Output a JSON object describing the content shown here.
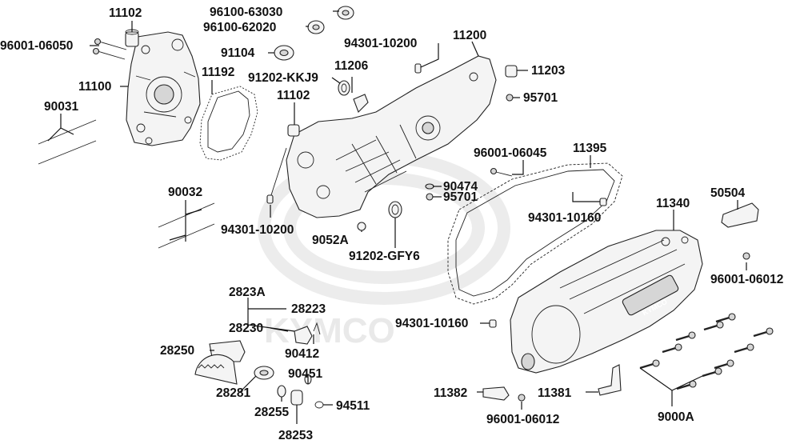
{
  "watermark": {
    "brand": "KYMCO"
  },
  "cover_badge": "KYMCO",
  "parts": {
    "p11102a": "11102",
    "p96100_63030": "96100-63030",
    "p96001_06050": "96001-06050",
    "p96100_62020": "96100-62020",
    "p94301_10200a": "94301-10200",
    "p11200": "11200",
    "p91104": "91104",
    "p11100": "11100",
    "p11192": "11192",
    "p91202_kkj9": "91202-KKJ9",
    "p11206": "11206",
    "p11203": "11203",
    "p11102b": "11102",
    "p95701a": "95701",
    "p90031": "90031",
    "p96001_06045": "96001-06045",
    "p11395": "11395",
    "p90474": "90474",
    "p95701b": "95701",
    "p90032": "90032",
    "p11340": "11340",
    "p50504": "50504",
    "p94301_10160a": "94301-10160",
    "p94301_10200b": "94301-10200",
    "p9052a": "9052A",
    "p91202_gfy6": "91202-GFY6",
    "p96001_06012a": "96001-06012",
    "p2823a": "2823A",
    "p28223": "28223",
    "p28230": "28230",
    "p94301_10160b": "94301-10160",
    "p28250": "28250",
    "p90412": "90412",
    "p90451": "90451",
    "p28281": "28281",
    "p11382": "11382",
    "p11381": "11381",
    "p28255": "28255",
    "p94511": "94511",
    "p96001_06012b": "96001-06012",
    "p9000a": "9000A",
    "p28253": "28253"
  }
}
